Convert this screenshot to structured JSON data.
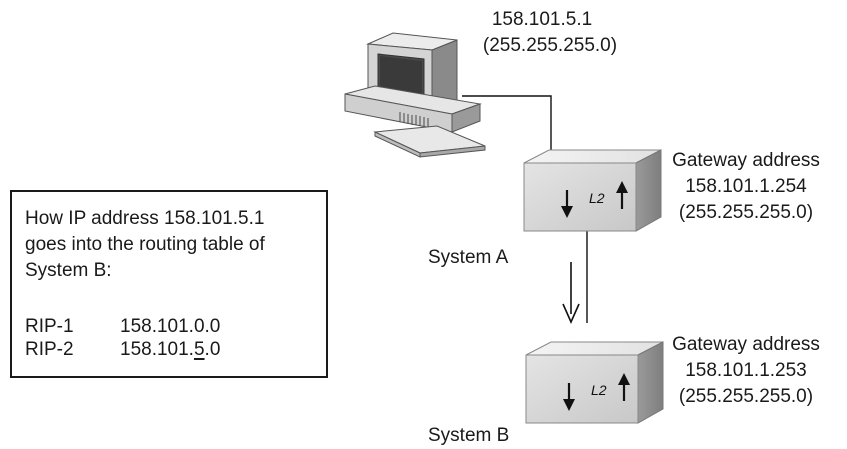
{
  "workstation": {
    "ip": "158.101.5.1",
    "mask": "(255.255.255.0)"
  },
  "system_a": {
    "label": "System A",
    "router_tag": "L2",
    "gateway_title": "Gateway address",
    "gateway_ip": "158.101.1.254",
    "gateway_mask": "(255.255.255.0)"
  },
  "system_b": {
    "label": "System B",
    "router_tag": "L2",
    "gateway_title": "Gateway address",
    "gateway_ip": "158.101.1.253",
    "gateway_mask": "(255.255.255.0)"
  },
  "info_box": {
    "line1": "How IP address 158.101.5.1",
    "line2": "goes into the routing table of",
    "line3": "System B:",
    "rip1_label": "RIP-1",
    "rip1_value": "158.101.0.0",
    "rip2_label": "RIP-2",
    "rip2_value_prefix": "158.101.",
    "rip2_value_underlined": "5",
    "rip2_value_suffix": ".0"
  }
}
